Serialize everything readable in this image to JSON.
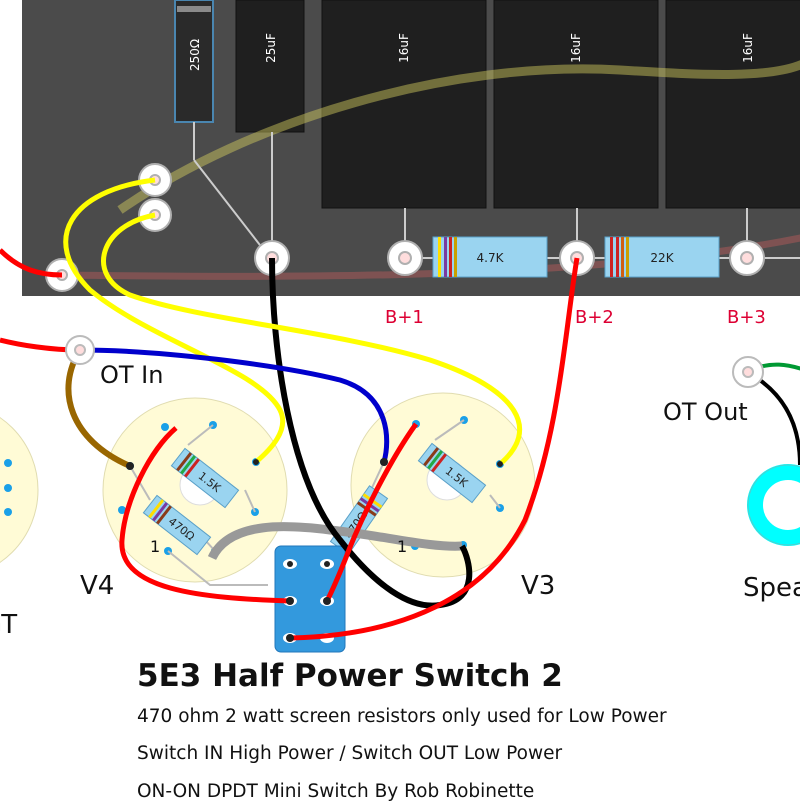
{
  "colors": {
    "chassis": "#4a4a4a",
    "wire_red": "#ff0000",
    "wire_yellow": "#ffff00",
    "wire_black": "#000000",
    "wire_blue": "#0000cc",
    "wire_brown": "#996600",
    "wire_gray": "#999999",
    "wire_green": "#009933",
    "socket": "#fffbd6",
    "switch": "#3399dd",
    "speaker_ring": "#00ffff",
    "label_red": "#dd0033"
  },
  "components": {
    "resistor_top": "250Ω",
    "cap_25": "25uF",
    "cap_16a": "16uF",
    "cap_16b": "16uF",
    "cap_16c": "16uF",
    "res_47k": "4.7K",
    "res_22k": "22K",
    "v4_res_15k": "1.5K",
    "v4_res_470": "470Ω",
    "v3_res_15k": "1.5K",
    "v3_res_470": "470Ω"
  },
  "labels": {
    "b1": "B+1",
    "b2": "B+2",
    "b3": "B+3",
    "ot_in": "OT In",
    "ot_out": "OT Out",
    "v4": "V4",
    "v3": "V3",
    "v4_pin1": "1",
    "v3_pin1": "1",
    "speaker_partial": "Spea",
    "left_partial": "GT"
  },
  "text": {
    "title": "5E3 Half Power Switch 2",
    "line1": "470 ohm 2 watt screen resistors only used for Low Power",
    "line2": "Switch IN High Power / Switch OUT Low Power",
    "line3": "ON-ON DPDT Mini Switch   By Rob Robinette"
  }
}
